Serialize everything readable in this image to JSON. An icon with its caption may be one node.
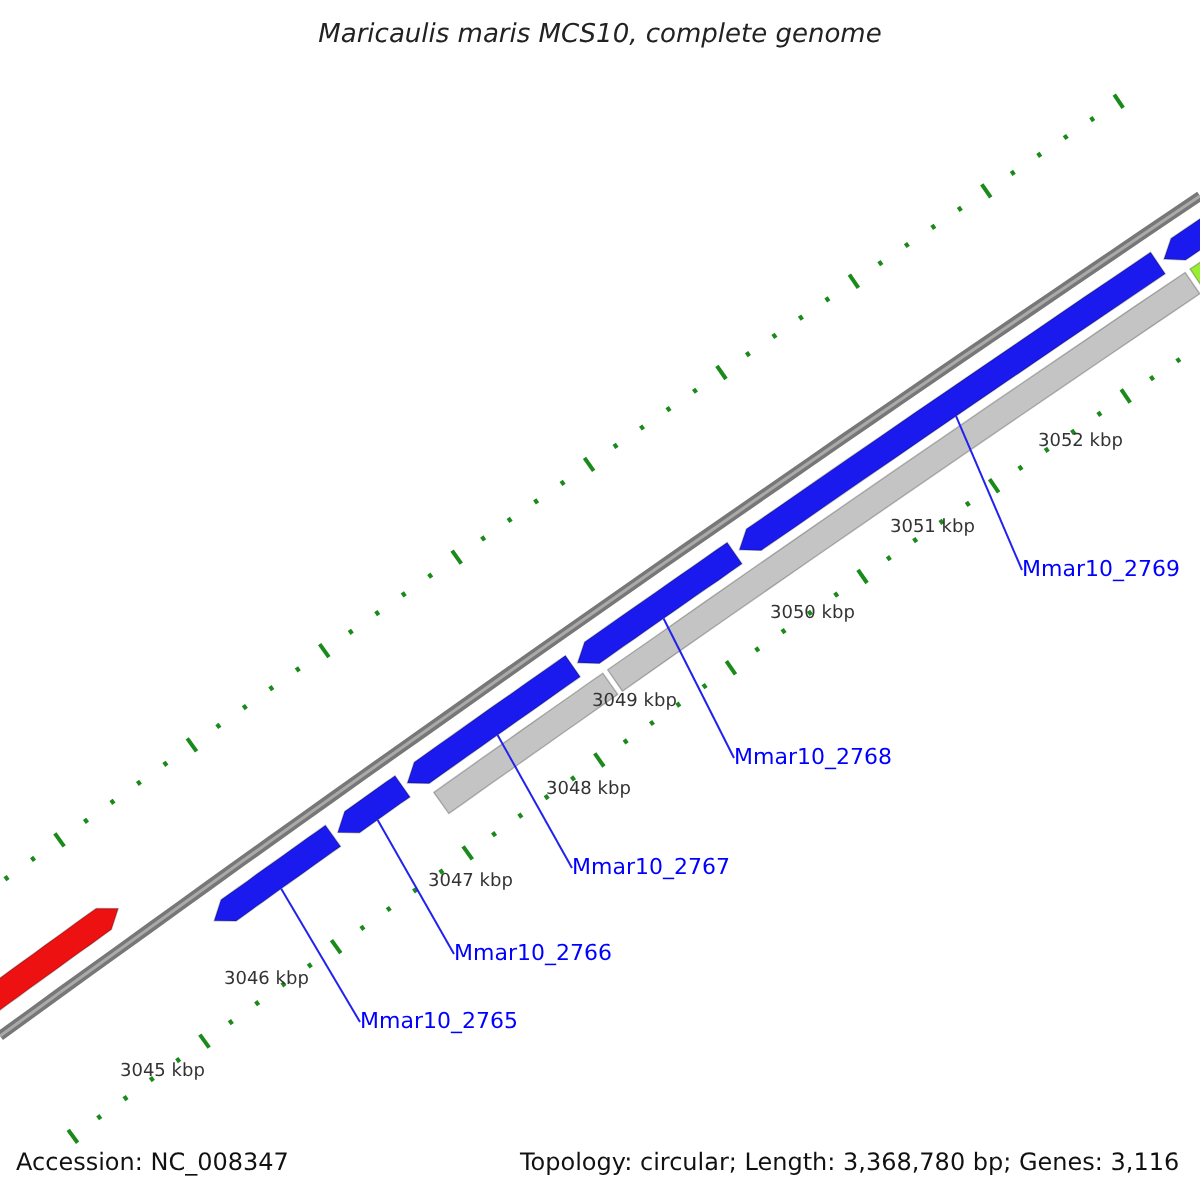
{
  "diagram": {
    "title": "Maricaulis maris MCS10, complete genome",
    "nodes": [
      {
        "text": [
          "Mmar10_2765"
        ]
      },
      {
        "text": [
          "Mmar10_2766"
        ]
      },
      {
        "text": [
          "Mmar10_2767"
        ]
      },
      {
        "text": [
          "Mmar10_2768"
        ]
      },
      {
        "text": [
          "Mmar10_2769"
        ]
      },
      {
        "text": [],
        "shape": "bar"
      },
      {
        "text": [],
        "shape": "bar"
      },
      {
        "text": [],
        "shape": "bar"
      },
      {
        "text": [],
        "shape": "bar"
      },
      {
        "text": [],
        "shape": "bar"
      },
      {
        "text": [],
        "shape": "bar"
      },
      {
        "text": [],
        "shape": "box"
      },
      {
        "text": [],
        "shape": "box"
      },
      {
        "text": [],
        "shape": "bar"
      },
      {
        "text": [],
        "shape": "box"
      }
    ],
    "edges": [
      {
        "from": 0,
        "to": 5,
        "arrow": "none"
      },
      {
        "from": 1,
        "to": 6,
        "arrow": "none"
      },
      {
        "from": 2,
        "to": 7,
        "arrow": "none"
      },
      {
        "from": 3,
        "to": 8,
        "arrow": "none"
      },
      {
        "from": 4,
        "to": 9,
        "arrow": "none"
      }
    ],
    "labels": [
      "3052 kbp",
      "3051 kbp",
      "3050 kbp",
      "3049 kbp",
      "3048 kbp",
      "3047 kbp",
      "3046 kbp",
      "3045 kbp",
      "Accession: NC_008347",
      "Topology: circular; Length: 3,368,780 bp; Genes: 3,116"
    ]
  }
}
